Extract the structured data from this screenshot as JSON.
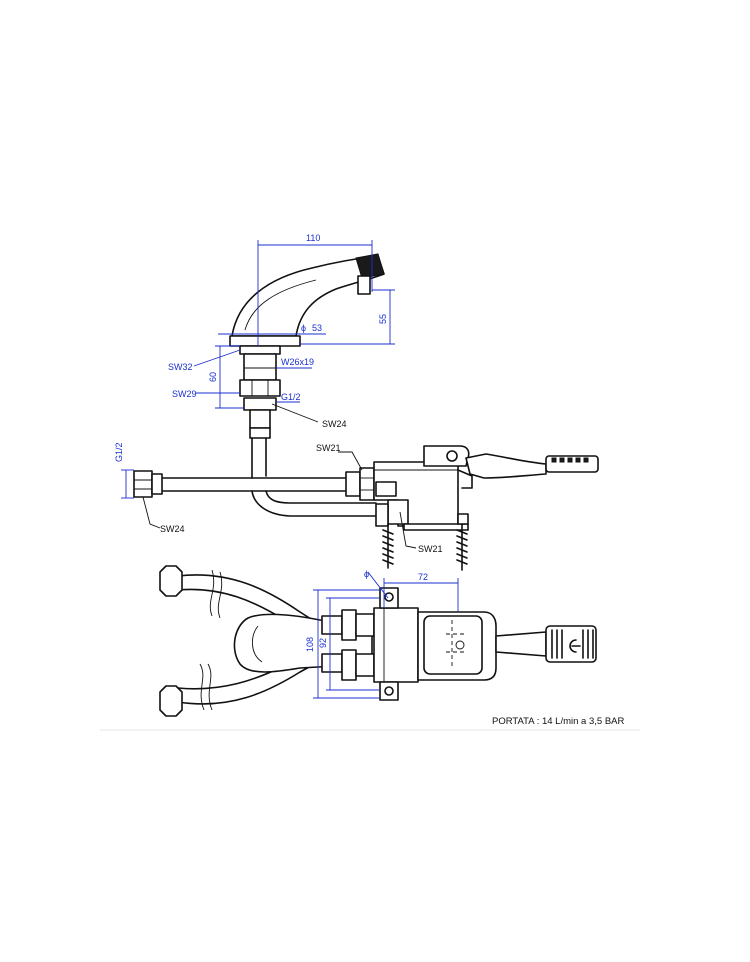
{
  "dimensions": {
    "spout_reach": "110",
    "spout_height": "55",
    "diameter_symbol": "ϕ",
    "base_diameter": "53",
    "body_height": "60",
    "thread_w": "W26x19",
    "thread_g": "G1/2",
    "side_thread": "G1/2",
    "width_outer": "108",
    "width_inner": "92",
    "depth": "72",
    "hole_symbol": "ϕ"
  },
  "labels": {
    "sw32": "SW32",
    "sw29": "SW29",
    "sw24_top": "SW24",
    "sw21_left": "SW21",
    "sw21_bottom": "SW21",
    "sw24_left": "SW24"
  },
  "note": "PORTATA : 14 L/min a 3,5 BAR",
  "colors": {
    "dimension": "#1a2fd0",
    "ink": "#111111"
  }
}
